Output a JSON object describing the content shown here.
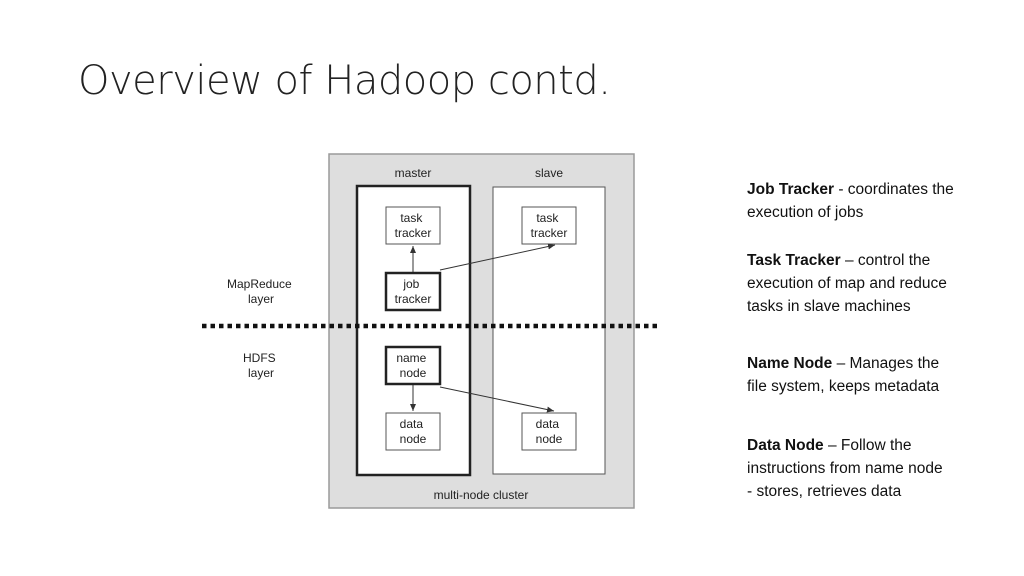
{
  "title": "Overview of Hadoop contd.",
  "diagram": {
    "cluster_label": "multi-node cluster",
    "master_label": "master",
    "slave_label": "slave",
    "mapreduce_layer_label": [
      "MapReduce",
      "layer"
    ],
    "hdfs_layer_label": [
      "HDFS",
      "layer"
    ],
    "master_task_tracker": [
      "task",
      "tracker"
    ],
    "job_tracker": [
      "job",
      "tracker"
    ],
    "name_node": [
      "name",
      "node"
    ],
    "master_data_node": [
      "data",
      "node"
    ],
    "slave_task_tracker": [
      "task",
      "tracker"
    ],
    "slave_data_node": [
      "data",
      "node"
    ],
    "colors": {
      "cluster_fill": "#dedede",
      "cluster_border": "#9a9a9a",
      "box_border": "#222222",
      "line": "#333333"
    }
  },
  "notes": [
    {
      "term": "Job Tracker",
      "text": " - coordinates the\nexecution of jobs"
    },
    {
      "term": "Task Tracker",
      "text": " – control the\nexecution of map and reduce\ntasks in slave machines"
    },
    {
      "term": "Name Node",
      "text": " – Manages the\nfile system, keeps metadata"
    },
    {
      "term": "Data Node",
      "text": " – Follow the\ninstructions from name node\n - stores, retrieves data"
    }
  ]
}
